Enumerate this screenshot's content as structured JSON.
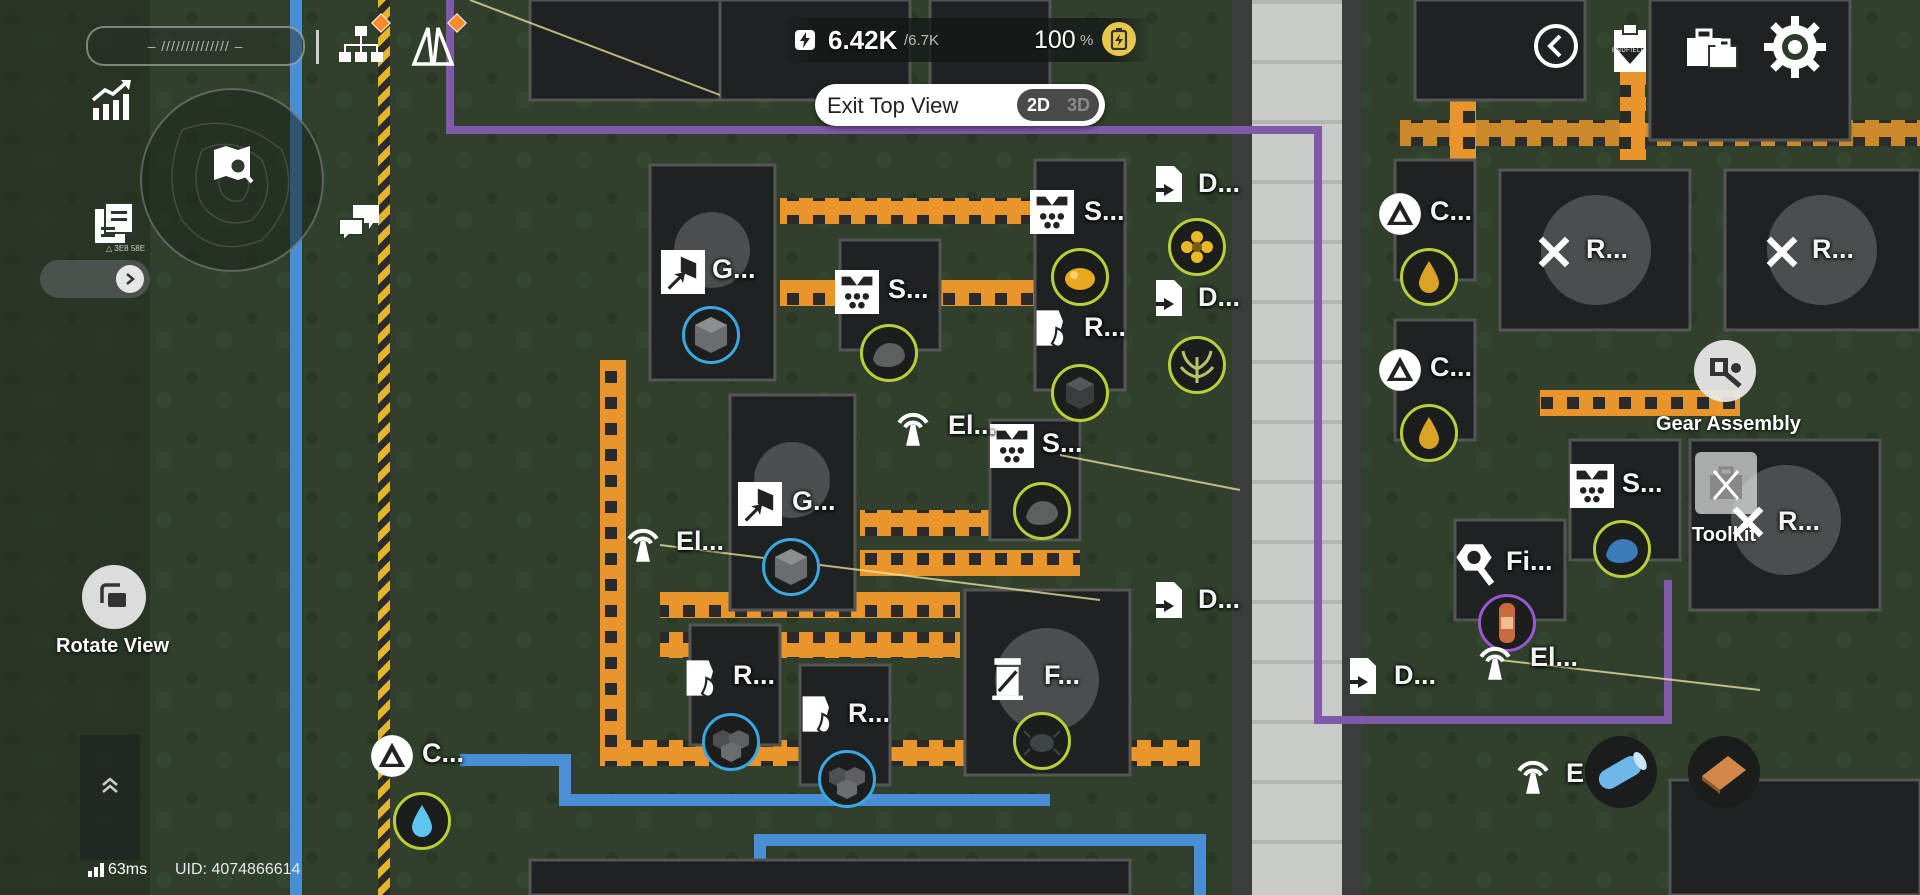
{
  "colors": {
    "ground": "#2f3a2a",
    "belt": "#f09a2a",
    "pipe_blue": "#4a8fd6",
    "pipe_purple": "#7e5aa8",
    "ring_blue": "#3aa7e0",
    "ring_green": "#b9cf3a",
    "ring_purple": "#9a58d0",
    "power_icon": "#e6c94a"
  },
  "top_bar": {
    "power_value": "6.42K",
    "power_max": "/6.7K",
    "battery_value": "100",
    "battery_unit": "%",
    "exit_top_view_label": "Exit Top View",
    "mode_2d": "2D",
    "mode_3d": "3D"
  },
  "left_panel": {
    "search_placeholder": "– ////////////// –",
    "rotate_view_label": "Rotate View",
    "minimap_caption": "△ 3E8 58E",
    "ping": "63ms",
    "uid": "UID: 4074866614"
  },
  "right_panel": {
    "gear_assembly_label": "Gear Assembly",
    "toolkit_label": "Toolkit",
    "toolbar_badge": "ENDFIELD"
  },
  "facilities": [
    {
      "id": "grinder-1",
      "label": "G...",
      "icon": "grinder",
      "item": "block",
      "ring": "blue"
    },
    {
      "id": "grinder-2",
      "label": "G...",
      "icon": "grinder",
      "item": "block",
      "ring": "blue"
    },
    {
      "id": "seed-1",
      "label": "S...",
      "icon": "seed",
      "item": "ore",
      "ring": "green"
    },
    {
      "id": "seed-2",
      "label": "S...",
      "icon": "seed",
      "item": "amber",
      "ring": "green"
    },
    {
      "id": "seed-3",
      "label": "S...",
      "icon": "seed",
      "item": "ore",
      "ring": "green"
    },
    {
      "id": "seed-4",
      "label": "S...",
      "icon": "seed",
      "item": "crystal",
      "ring": "green"
    },
    {
      "id": "refine-1",
      "label": "R...",
      "icon": "refine",
      "item": "dark-block",
      "ring": "green"
    },
    {
      "id": "refine-2",
      "label": "R...",
      "icon": "refine",
      "item": "cubes",
      "ring": "blue"
    },
    {
      "id": "refine-3",
      "label": "R...",
      "icon": "refine",
      "item": "cubes",
      "ring": "blue"
    },
    {
      "id": "filler-1",
      "label": "F...",
      "icon": "filler",
      "item": "bug",
      "ring": "green"
    },
    {
      "id": "fitting-1",
      "label": "Fi...",
      "icon": "fitting",
      "item": "capsule",
      "ring": "purple"
    },
    {
      "id": "depot-1",
      "label": "D...",
      "icon": "depot",
      "item": "flower",
      "ring": "green"
    },
    {
      "id": "depot-2",
      "label": "D...",
      "icon": "depot",
      "item": "plant",
      "ring": "green"
    },
    {
      "id": "depot-3",
      "label": "D...",
      "icon": "depot"
    },
    {
      "id": "depot-4",
      "label": "D...",
      "icon": "depot"
    },
    {
      "id": "crafter-1",
      "label": "C...",
      "icon": "crafter",
      "item": "oil",
      "ring": "green"
    },
    {
      "id": "crafter-2",
      "label": "C...",
      "icon": "crafter",
      "item": "oil",
      "ring": "green"
    },
    {
      "id": "crafter-3",
      "label": "C...",
      "icon": "crafter",
      "item": "water",
      "ring": "green"
    },
    {
      "id": "reactor-1",
      "label": "R...",
      "icon": "reactor"
    },
    {
      "id": "reactor-2",
      "label": "R...",
      "icon": "reactor"
    },
    {
      "id": "reactor-3",
      "label": "R...",
      "icon": "reactor"
    },
    {
      "id": "electric-1",
      "label": "El...",
      "icon": "pylon"
    },
    {
      "id": "electric-2",
      "label": "El...",
      "icon": "pylon"
    },
    {
      "id": "electric-3",
      "label": "El...",
      "icon": "pylon"
    },
    {
      "id": "electric-4",
      "label": "E",
      "icon": "pylon"
    }
  ],
  "quick_items": [
    {
      "name": "blue-roll-item"
    },
    {
      "name": "wood-plank-item"
    }
  ]
}
